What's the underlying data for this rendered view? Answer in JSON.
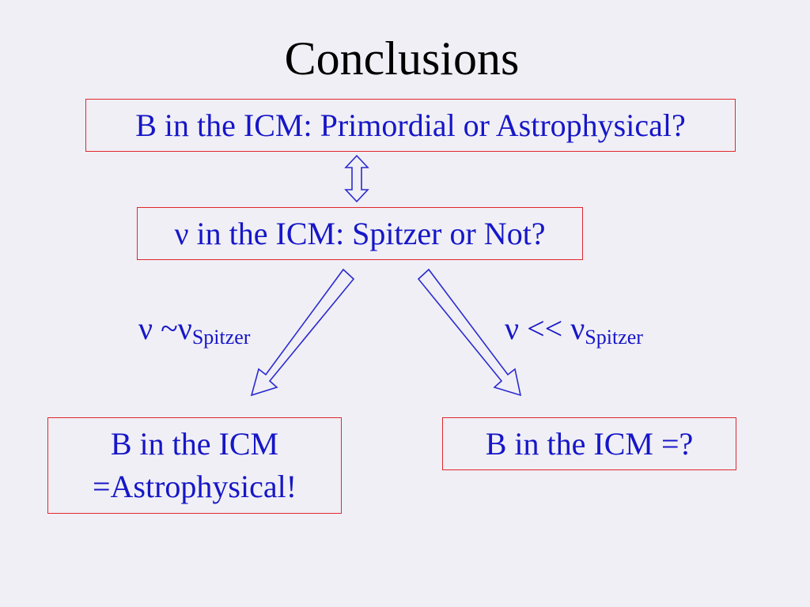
{
  "slide": {
    "title": "Conclusions",
    "top_box": "B in the ICM: Primordial or Astrophysical?",
    "middle_box": "ν in the ICM: Spitzer or Not?",
    "left_condition": {
      "main": "ν ~ν",
      "sub": "Spitzer"
    },
    "right_condition": {
      "main": "ν << ν",
      "sub": "Spitzer"
    },
    "left_result": {
      "line1": "B in the ICM",
      "line2": "=Astrophysical!"
    },
    "right_result": "B in the ICM =?"
  },
  "colors": {
    "background": "#f0eff5",
    "text_blue": "#1616c8",
    "box_border_red": "#e0282e",
    "arrow_blue": "#2a2ad0",
    "title_black": "#000000"
  },
  "icons": {
    "double_arrow": "up-down-arrow-icon",
    "left_arrow": "down-left-arrow-icon",
    "right_arrow": "down-right-arrow-icon"
  }
}
